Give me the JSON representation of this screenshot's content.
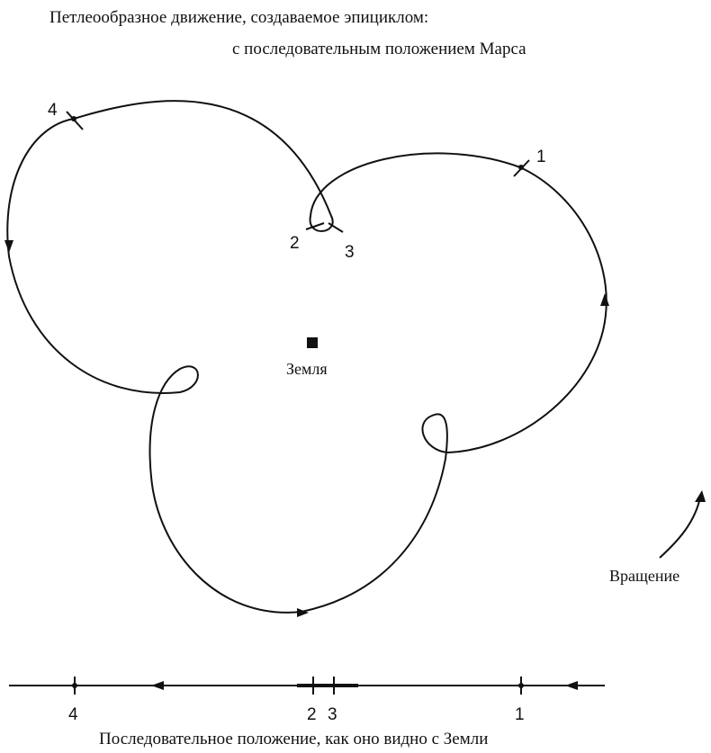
{
  "title": {
    "line1": "Петлеообразное движение, создаваемое эпициклом:",
    "line2": "с последовательным положением Марса"
  },
  "center_label": "Земля",
  "rotation_label": "Вращение",
  "bottom_caption": "Последовательное положение, как оно видно с Земли",
  "positions": {
    "p1": "1",
    "p2": "2",
    "p3": "3",
    "p4": "4"
  },
  "axis_labels": {
    "a4": "4",
    "a2": "2",
    "a3": "3",
    "a1": "1"
  },
  "colors": {
    "ink": "#111111",
    "background": "#ffffff"
  }
}
